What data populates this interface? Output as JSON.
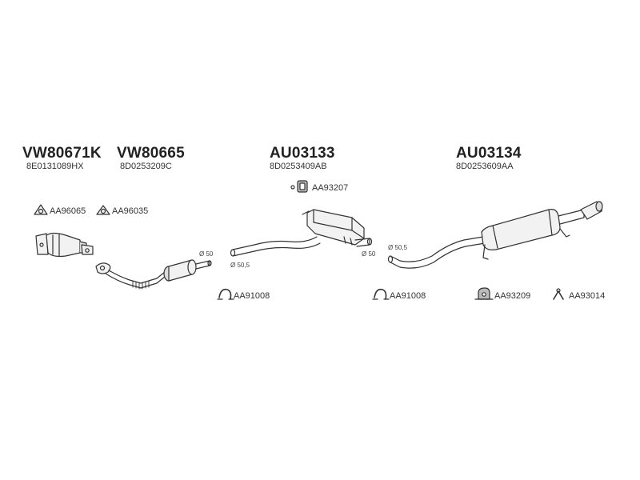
{
  "assemblies": [
    {
      "code": "VW80671K",
      "oem": "8E0131089HX"
    },
    {
      "code": "VW80665",
      "oem": "8D0253209C"
    },
    {
      "code": "AU03133",
      "oem": "8D0253409AB"
    },
    {
      "code": "AU03134",
      "oem": "8D0253609AA"
    }
  ],
  "parts": {
    "gasket_1": "AA96065",
    "gasket_2": "AA96035",
    "clamp_1": "AA91008",
    "clamp_2": "AA91008",
    "hanger_top": "AA93207",
    "hanger_rear": "AA93209",
    "bracket_rear": "AA93014"
  },
  "dimensions": {
    "d1": "Ø 50",
    "d2": "Ø 50,5",
    "d3": "Ø 50",
    "d4": "Ø 50,5"
  },
  "colors": {
    "line": "#333333",
    "fill": "#f2f2f2",
    "shade": "#bbbbbb"
  }
}
